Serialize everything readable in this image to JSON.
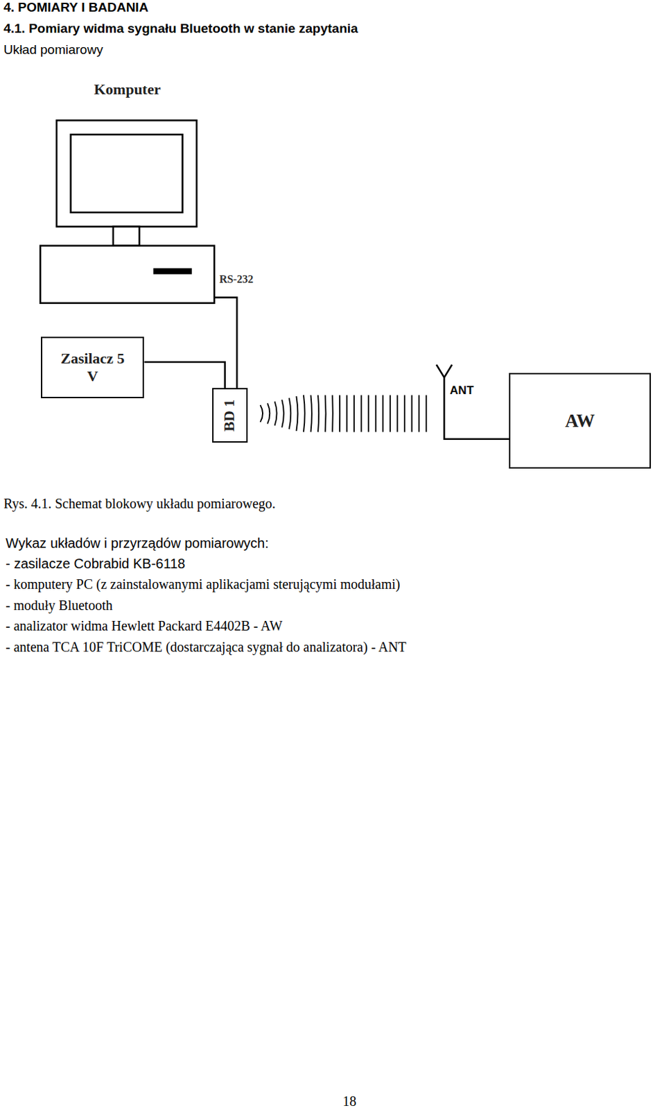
{
  "diagram": {
    "title": "4. POMIARY I BADANIA",
    "caption": "Rys. 4.1. Schemat blokowy układu pomiarowego.",
    "nodes": [
      {
        "text": [
          "Komputer"
        ]
      },
      {
        "text": [
          "Zasilacz 5 V"
        ]
      },
      {
        "text": [
          "BD 1"
        ]
      },
      {
        "text": [
          "AW"
        ]
      }
    ],
    "edges": [
      {
        "from": 0,
        "to": 2,
        "arrow": "none",
        "label": "RS-232"
      },
      {
        "from": 1,
        "to": 2,
        "arrow": "none"
      }
    ],
    "labels": [
      "4.1. Pomiary widma sygnału Bluetooth w stanie zapytania",
      "Układ pomiarowy",
      "ANT",
      "Wykaz układów i przyrządów pomiarowych:",
      "- zasilacze Cobrabid KB-6118",
      "- komputery PC (z zainstalowanymi aplikacjami sterującymi modułami)",
      "- moduły Bluetooth",
      "- analizator widma Hewlett Packard E4402B - AW",
      "- antena TCA 10F TriCOME (dostarczająca sygnał do analizatora) - ANT",
      "18"
    ]
  }
}
